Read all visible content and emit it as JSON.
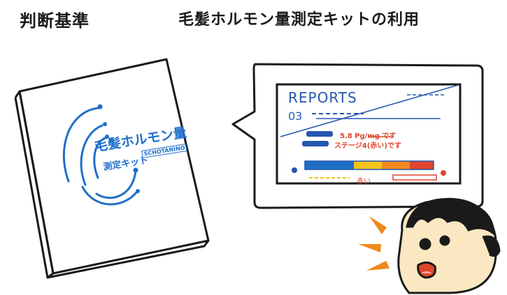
{
  "header": {
    "left_title": "判断基準",
    "center_title": "毛髪ホルモン量測定キットの利用"
  },
  "kit_box": {
    "title_line1": "毛髪ホルモン量",
    "title_line2": "測定キット",
    "subtitle": "SCHOTANINO"
  },
  "report": {
    "title": "REPORTS",
    "number": "03",
    "value_line": "5.8 Pg/mg です",
    "stage_line": "ステージ4(赤い)です",
    "scale_label": "赤い"
  },
  "colors": {
    "ink": "#1a1a1a",
    "blue": "#1f6fc9",
    "red": "#e0452b",
    "orange": "#f08a1c",
    "yellow": "#f4c21b"
  }
}
